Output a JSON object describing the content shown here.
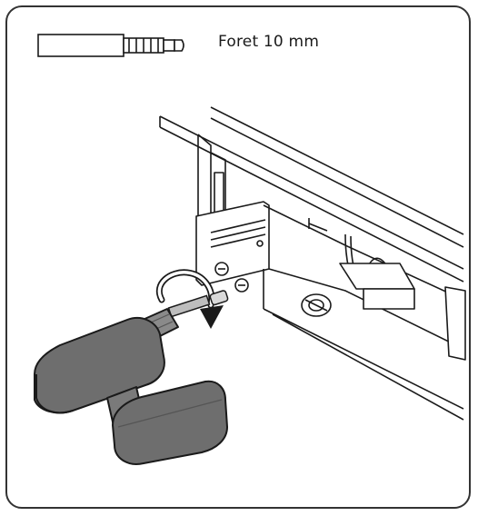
{
  "drill_bit": {
    "label": "Foret 10 mm",
    "icon": "drill-bit-icon"
  },
  "illustration": {
    "icon": "drill-into-appliance-panel-illustration",
    "rotation": "clockwise"
  },
  "colors": {
    "outline": "#1a1a1a",
    "drill_body": "#6e6e6e",
    "drill_body_light": "#8a8a8a",
    "frame": "#333333"
  }
}
